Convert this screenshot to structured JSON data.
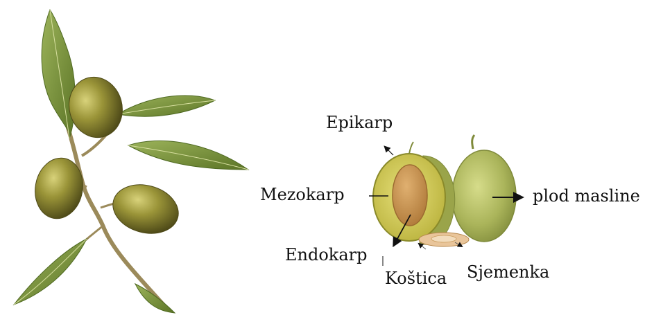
{
  "labels": {
    "epikarp": "Epikarp",
    "mezokarp": "Mezokarp",
    "endokarp": "Endokarp",
    "kostica": "Koštica",
    "sjemenka": "Sjemenka",
    "plod_masline": "plod masline"
  },
  "colors": {
    "leaf": "#7f9a3c",
    "leaf_dark": "#4f6a22",
    "olive": "#8a8a2a",
    "olive_light": "#c9c96a",
    "flesh": "#d9d46a",
    "pit": "#c8904a",
    "stem": "#9b8a5a",
    "text": "#111111"
  }
}
